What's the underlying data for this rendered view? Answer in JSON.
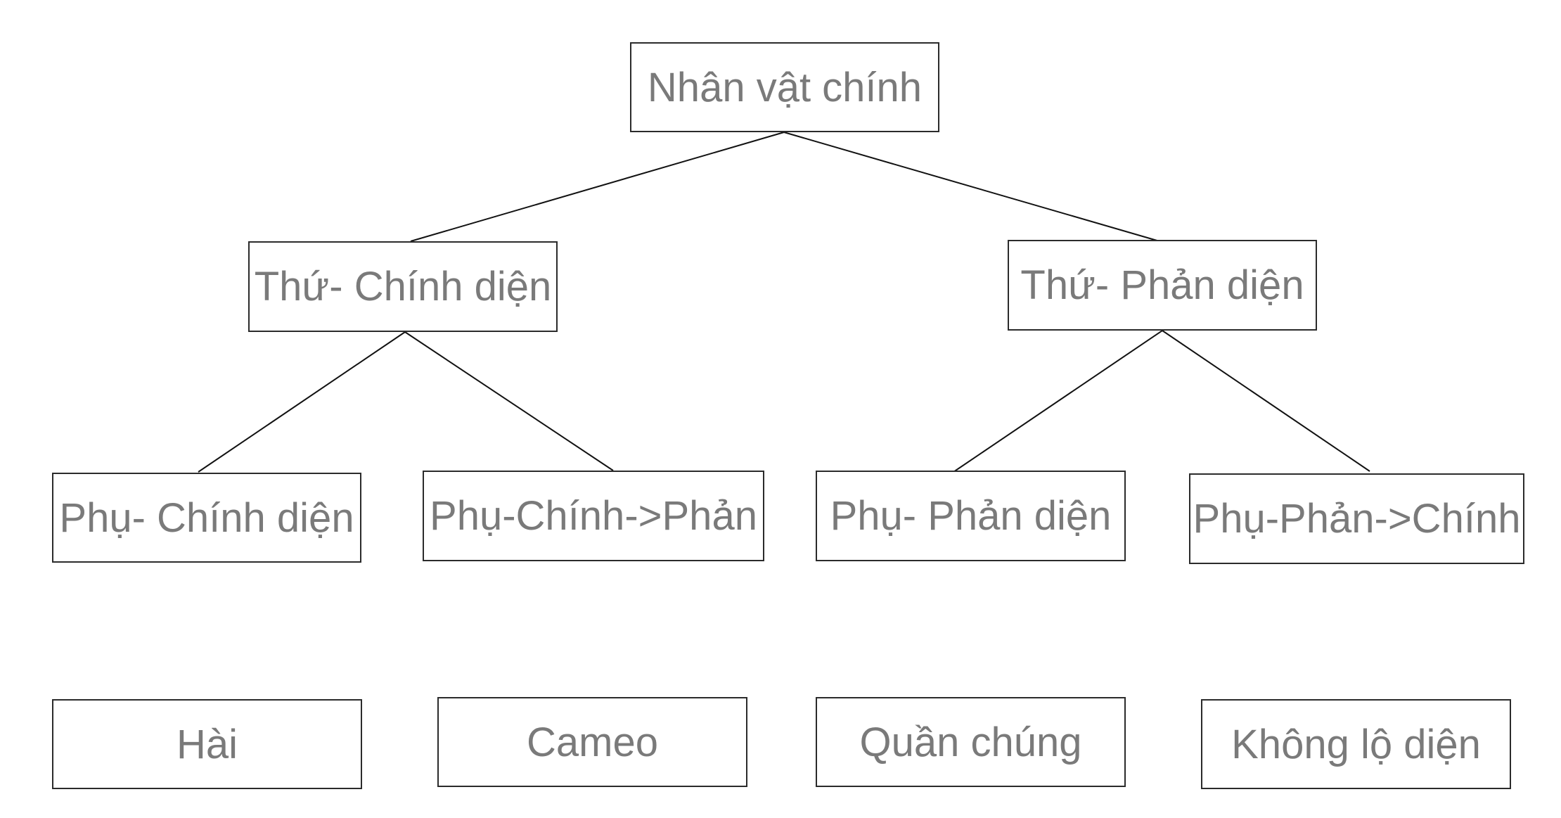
{
  "diagram": {
    "colors": {
      "border": "#2b2b2b",
      "text": "#7a7a7a",
      "line": "#111111",
      "background": "#ffffff"
    },
    "nodes": [
      {
        "id": "root",
        "label": "Nhân vật chính"
      },
      {
        "id": "secondary_hero",
        "label": "Thứ- Chính diện"
      },
      {
        "id": "secondary_villain",
        "label": "Thứ- Phản diện"
      },
      {
        "id": "minor_hero",
        "label": "Phụ- Chính diện"
      },
      {
        "id": "minor_hero_to_villain",
        "label": "Phụ-Chính->Phản"
      },
      {
        "id": "minor_villain",
        "label": "Phụ- Phản diện"
      },
      {
        "id": "minor_villain_to_hero",
        "label": "Phụ-Phản->Chính"
      },
      {
        "id": "comedy",
        "label": "Hài"
      },
      {
        "id": "cameo",
        "label": "Cameo"
      },
      {
        "id": "extras",
        "label": "Quần chúng"
      },
      {
        "id": "unseen",
        "label": "Không lộ diện"
      }
    ],
    "edges": [
      {
        "from": "root",
        "to": "secondary_hero"
      },
      {
        "from": "root",
        "to": "secondary_villain"
      },
      {
        "from": "secondary_hero",
        "to": "minor_hero"
      },
      {
        "from": "secondary_hero",
        "to": "minor_hero_to_villain"
      },
      {
        "from": "secondary_villain",
        "to": "minor_villain"
      },
      {
        "from": "secondary_villain",
        "to": "minor_villain_to_hero"
      }
    ]
  }
}
